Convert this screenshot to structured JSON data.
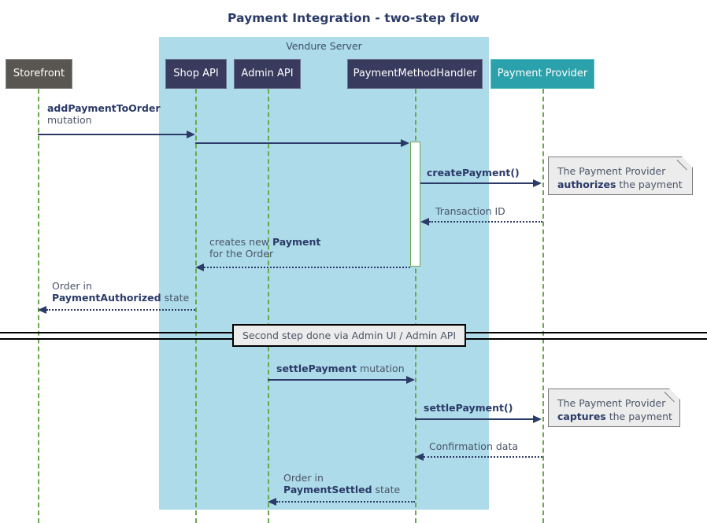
{
  "title": "Payment Integration - two-step flow",
  "group": {
    "label": "Vendure Server"
  },
  "participants": [
    {
      "name": "storefront",
      "label": "Storefront"
    },
    {
      "name": "shop-api",
      "label": "Shop API"
    },
    {
      "name": "admin-api",
      "label": "Admin API"
    },
    {
      "name": "payment-method-handler",
      "label": "PaymentMethodHandler"
    },
    {
      "name": "payment-provider",
      "label": "Payment Provider"
    }
  ],
  "messages": [
    {
      "name": "add-payment-to-order",
      "bold": "addPaymentToOrder",
      "rest": " mutation",
      "line2": "",
      "style": "solid"
    },
    {
      "name": "shop-api-to-handler",
      "bold": "",
      "rest": "",
      "style": "solid"
    },
    {
      "name": "create-payment",
      "bold": "createPayment()",
      "rest": "",
      "style": "solid"
    },
    {
      "name": "transaction-id",
      "bold": "",
      "rest": "Transaction ID",
      "style": "dotted"
    },
    {
      "name": "creates-new-payment",
      "line1pre": "creates new ",
      "line1bold": "Payment",
      "line2": "for the Order",
      "style": "dotted"
    },
    {
      "name": "order-payment-authorized",
      "line1": "Order in",
      "line2bold": "PaymentAuthorized",
      "line2rest": " state",
      "style": "dotted"
    },
    {
      "name": "settle-payment-mutation",
      "bold": "settlePayment",
      "rest": " mutation",
      "style": "solid"
    },
    {
      "name": "settle-payment-call",
      "bold": "settlePayment()",
      "rest": "",
      "style": "solid"
    },
    {
      "name": "confirmation-data",
      "bold": "",
      "rest": "Confirmation data",
      "style": "dotted"
    },
    {
      "name": "order-payment-settled",
      "line1": "Order in",
      "line2bold": "PaymentSettled",
      "line2rest": " state",
      "style": "dotted"
    }
  ],
  "notes": [
    {
      "name": "note-authorizes",
      "line1": "The Payment Provider",
      "line2bold": "authorizes",
      "line2rest": " the payment"
    },
    {
      "name": "note-captures",
      "line1": "The Payment Provider",
      "line2bold": "captures",
      "line2rest": " the payment"
    }
  ],
  "divider": {
    "label": "Second step done via Admin UI / Admin API"
  },
  "colors": {
    "group_fill": "#addbe9",
    "actor_fill": "#595550",
    "api_fill": "#383a5e",
    "external_fill": "#2aa1ab",
    "lifeline": "#6aa84f",
    "arrow": "#2b3a67",
    "note_fill": "#ececec"
  }
}
